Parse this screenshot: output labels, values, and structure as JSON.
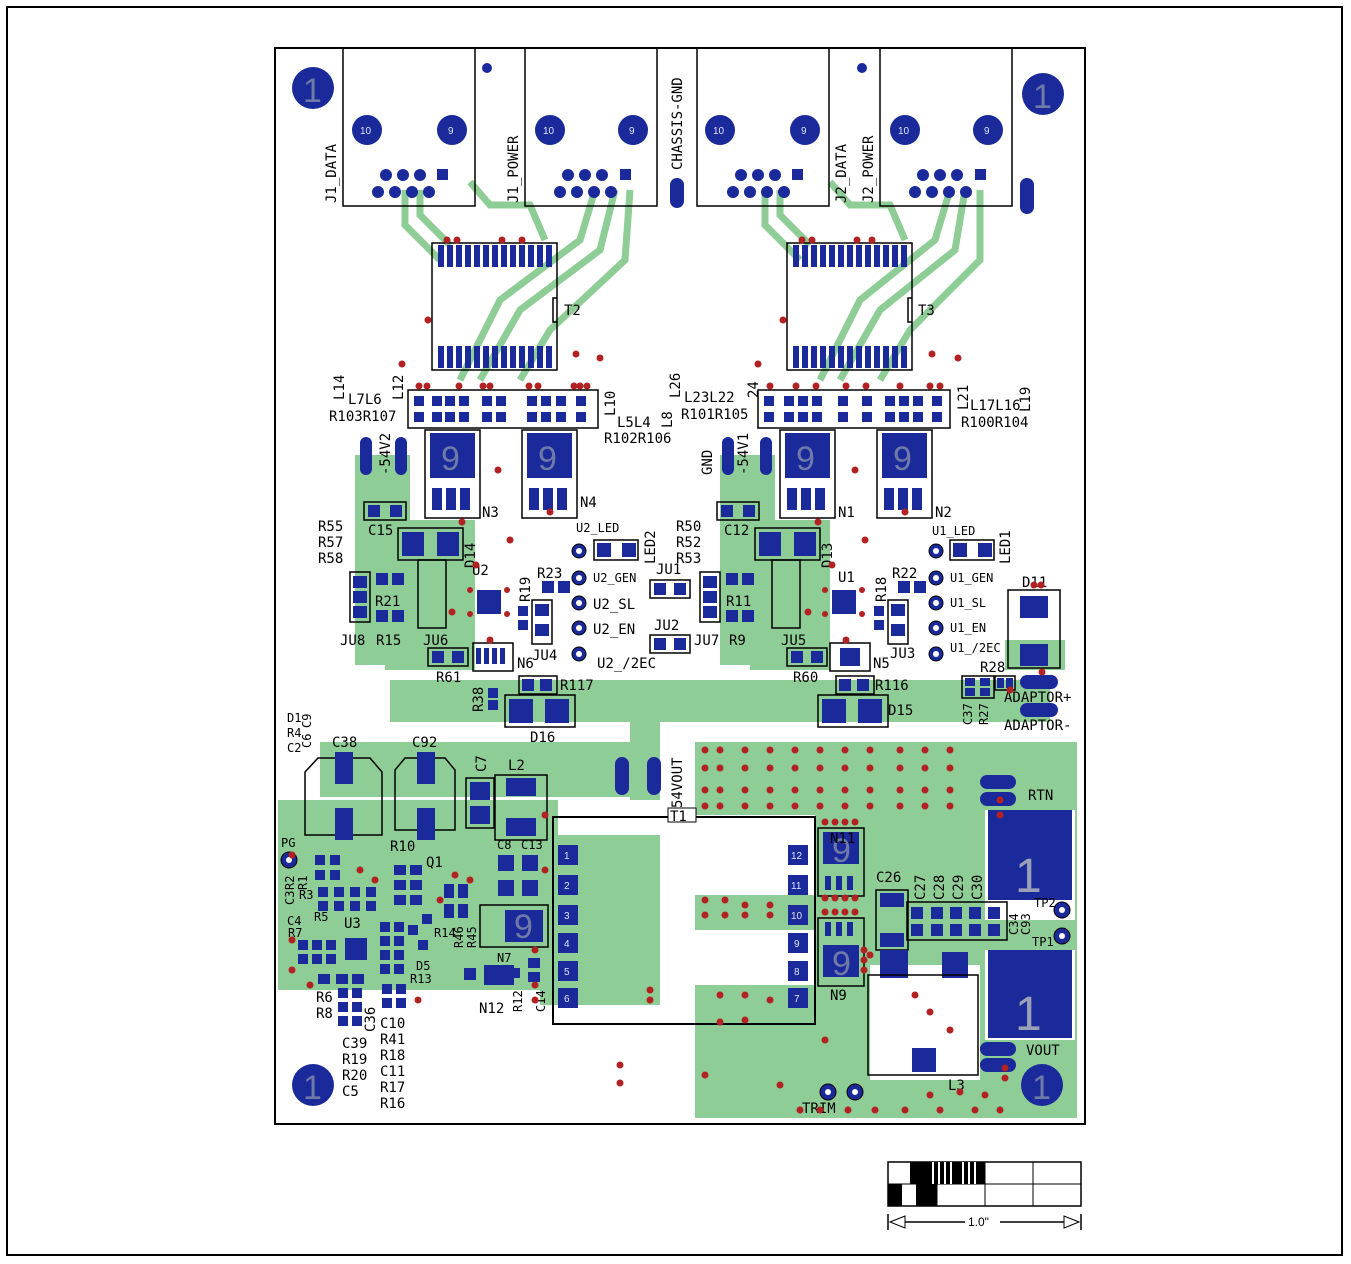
{
  "colors": {
    "pad": "#1a2a9a",
    "copper_pour": "#8fcd96",
    "via": "#b22222",
    "silk": "#000000"
  },
  "connectors": {
    "j1_data": "J1_DATA",
    "j1_power": "J1_POWER",
    "j2_data": "J2_DATA",
    "j2_power": "J2_POWER",
    "chassis_gnd": "CHASSIS-GND",
    "pin_1": "1",
    "pin_9": "9",
    "pin_10": "10"
  },
  "parts": {
    "T2": "T2",
    "T3": "T3",
    "T1": "T1",
    "L14": "L14",
    "L7L6": "L7L6",
    "L12": "L12",
    "L10": "L10",
    "L5L4": "L5L4",
    "L8": "L8",
    "R103R107": "R103R107",
    "R102R106": "R102R106",
    "L26": "L26",
    "L23L22": "L23L22",
    "L24": "24",
    "L21": "L21",
    "L17L16": "L17L16",
    "L19": "L19",
    "R101R105": "R101R105",
    "R100R104": "R100R104",
    "N1": "N1",
    "N2": "N2",
    "N3": "N3",
    "N4": "N4",
    "N5": "N5",
    "N6": "N6",
    "N7": "N7",
    "N9": "N9",
    "N11": "N11",
    "N12": "N12",
    "U1": "U1",
    "U2": "U2",
    "U3": "U3",
    "D11": "D11",
    "D13": "D13",
    "D14": "D14",
    "D15": "D15",
    "D16": "D16",
    "D5": "D5",
    "LED1": "LED1",
    "LED2": "LED2",
    "C12": "C12",
    "C15": "C15",
    "R50": "R50",
    "R52": "R52",
    "R53": "R53",
    "R55": "R55",
    "R57": "R57",
    "R58": "R58",
    "R21": "R21",
    "R15": "R15",
    "R11": "R11",
    "R9": "R9",
    "R18": "R18",
    "R19": "R19",
    "R22": "R22",
    "R23": "R23",
    "JU1": "JU1",
    "JU2": "JU2",
    "JU3": "JU3",
    "JU4": "JU4",
    "JU5": "JU5",
    "JU6": "JU6",
    "JU7": "JU7",
    "JU8": "JU8",
    "R60": "R60",
    "R61": "R61",
    "R116": "R116",
    "R117": "R117",
    "R38": "R38",
    "R28": "R28",
    "C37": "C37",
    "R27": "R27",
    "C38": "C38",
    "C92": "C92",
    "C7": "C7",
    "L2": "L2",
    "L3": "L3",
    "Q1": "Q1",
    "C8": "C8",
    "C13": "C13",
    "C14": "C14",
    "R12": "R12",
    "R10": "R10",
    "R14": "R14",
    "R13": "R13",
    "R46": "R46",
    "R45": "R45",
    "C26": "C26",
    "C27": "C27",
    "C28": "C28",
    "C29": "C29",
    "C30": "C30",
    "C34": "C34",
    "C93": "C93",
    "D1": "D1",
    "R4": "R4",
    "C9": "C9",
    "C6": "C6",
    "C2": "C2",
    "R2": "R2",
    "C3": "C3",
    "R1": "R1",
    "R3": "R3",
    "C4": "C4",
    "R5": "R5",
    "R7": "R7",
    "R6": "R6",
    "R8": "R8",
    "C36": "C36",
    "C10": "C10",
    "C39": "C39",
    "R19b": "R19",
    "R20": "R20",
    "C5": "C5",
    "R41": "R41",
    "R18b": "R18",
    "C11": "C11",
    "R17": "R17",
    "R16": "R16"
  },
  "nets": {
    "v54_2": "-54V2",
    "v54_1": "-54V1",
    "gnd": "GND",
    "v54out": "54VOUT",
    "u1_led": "U1_LED",
    "u1_gen": "U1_GEN",
    "u1_sl": "U1_SL",
    "u1_en": "U1_EN",
    "u1_2ec": "U1_/2EC",
    "u2_led": "U2_LED",
    "u2_gen": "U2_GEN",
    "u2_sl": "U2_SL",
    "u2_en": "U2_EN",
    "u2_2ec": "U2_/2EC",
    "adaptor_pos": "ADAPTOR+",
    "adaptor_neg": "ADAPTOR-",
    "pg": "PG",
    "rtn": "RTN",
    "vout": "VOUT",
    "trim": "TRIM",
    "tp1": "TP1",
    "tp2": "TP2"
  },
  "module_pins": [
    "1",
    "2",
    "3",
    "4",
    "5",
    "6",
    "7",
    "8",
    "9",
    "10",
    "11",
    "12"
  ],
  "scale": {
    "label": "1.0\""
  }
}
